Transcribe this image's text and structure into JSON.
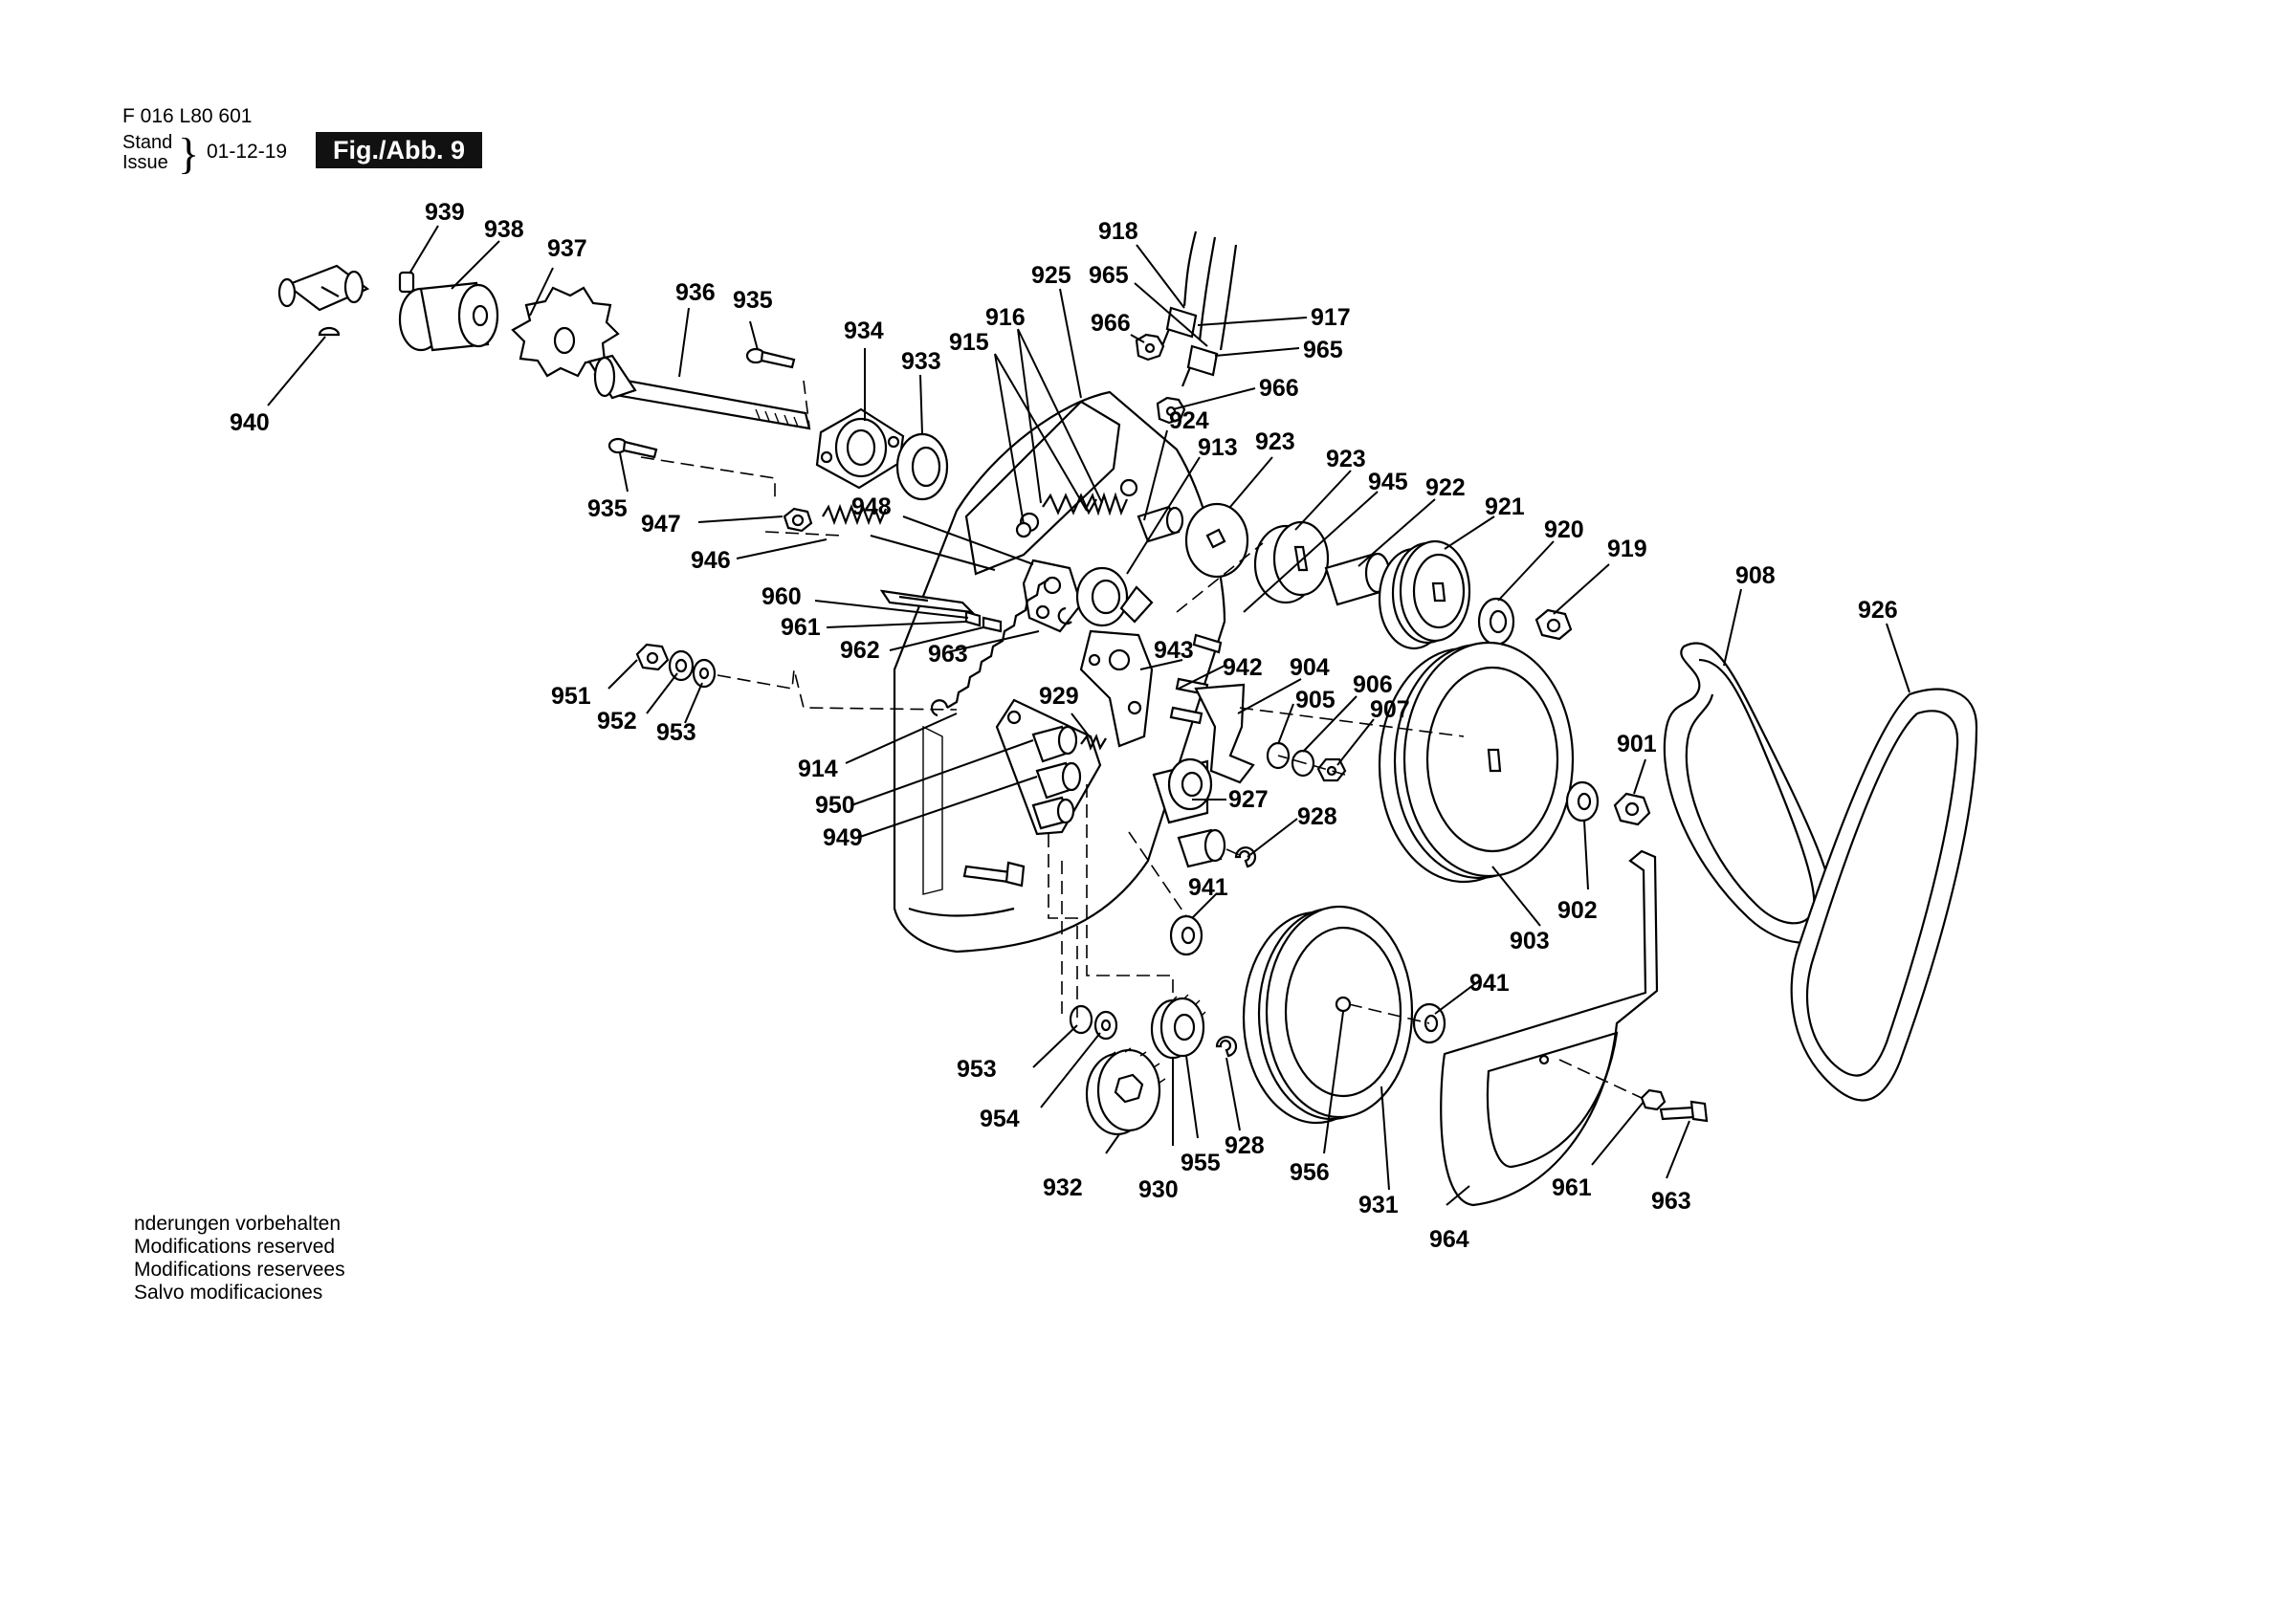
{
  "header": {
    "doc_number": "F 016 L80 601",
    "stand_issue": [
      "Stand",
      "Issue"
    ],
    "issue_date": "01-12-19",
    "figure_label": "Fig./Abb. 9"
  },
  "notice": [
    "nderungen vorbehalten",
    "Modifications reserved",
    "Modifications reservees",
    "Salvo modificaciones"
  ],
  "callouts": [
    "939",
    "938",
    "937",
    "936",
    "935",
    "934",
    "933",
    "940",
    "935",
    "947",
    "948",
    "946",
    "960",
    "961",
    "962",
    "963",
    "951",
    "952",
    "953",
    "914",
    "950",
    "949",
    "929",
    "918",
    "925",
    "965",
    "966",
    "917",
    "965",
    "966",
    "916",
    "915",
    "924",
    "913",
    "923",
    "923",
    "945",
    "922",
    "921",
    "920",
    "919",
    "943",
    "942",
    "904",
    "905",
    "906",
    "907",
    "927",
    "928",
    "941",
    "901",
    "902",
    "903",
    "908",
    "926",
    "953",
    "954",
    "932",
    "930",
    "955",
    "928",
    "956",
    "931",
    "941",
    "964",
    "961",
    "963"
  ]
}
